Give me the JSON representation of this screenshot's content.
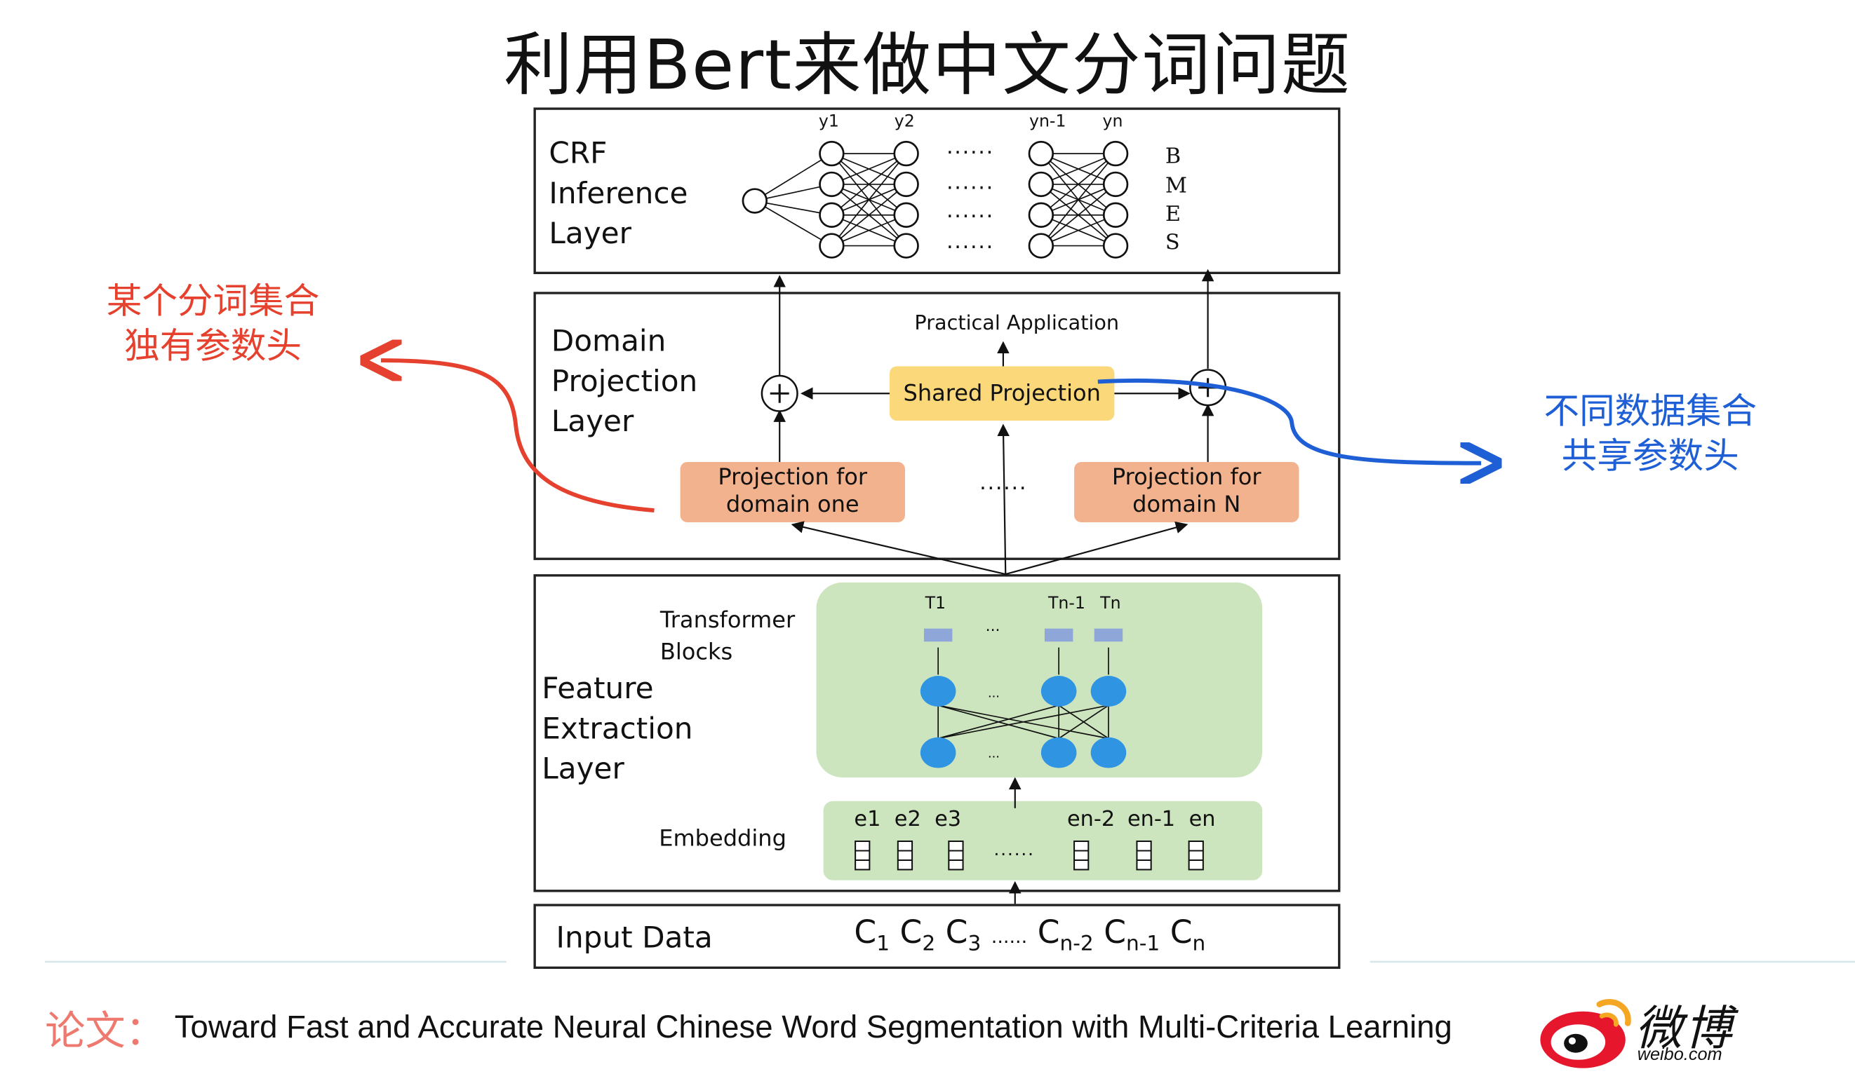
{
  "title": "利用Bert来做中文分词问题",
  "layers": {
    "crf": {
      "name_lines": [
        "CRF",
        "Inference",
        "Layer"
      ],
      "y_labels": [
        "y1",
        "y2",
        "yn-1",
        "yn"
      ],
      "dots": "......",
      "tags": [
        "B",
        "M",
        "E",
        "S"
      ]
    },
    "domain": {
      "name_lines": [
        "Domain",
        "Projection",
        "Layer"
      ],
      "practical": "Practical Application",
      "shared": "Shared Projection",
      "proj_one": [
        "Projection for",
        "domain one"
      ],
      "proj_n": [
        "Projection for",
        "domain N"
      ],
      "dots": "......"
    },
    "feature": {
      "name_lines": [
        "Feature",
        "Extraction",
        "Layer"
      ],
      "transformer_lines": [
        "Transformer",
        "Blocks"
      ],
      "t_labels": [
        "T1",
        "...",
        "Tn-1",
        "Tn"
      ],
      "embedding": "Embedding",
      "e_labels": [
        "e1",
        "e2",
        "e3",
        "en-2",
        "en-1",
        "en"
      ],
      "dots": "......"
    },
    "input": {
      "name": "Input Data",
      "dots": "......"
    }
  },
  "annotations": {
    "left_lines": [
      "某个分词集合",
      "独有参数头"
    ],
    "right_lines": [
      "不同数据集合",
      "共享参数头"
    ],
    "left_color": "#e5412e",
    "right_color": "#1f5fd6"
  },
  "caption": {
    "label": "论文：",
    "text": "Toward Fast and Accurate Neural Chinese Word Segmentation with Multi-Criteria Learning",
    "label_color": "#ee7a6f"
  },
  "logo": {
    "main": "微博",
    "sub": "weibo.com"
  }
}
